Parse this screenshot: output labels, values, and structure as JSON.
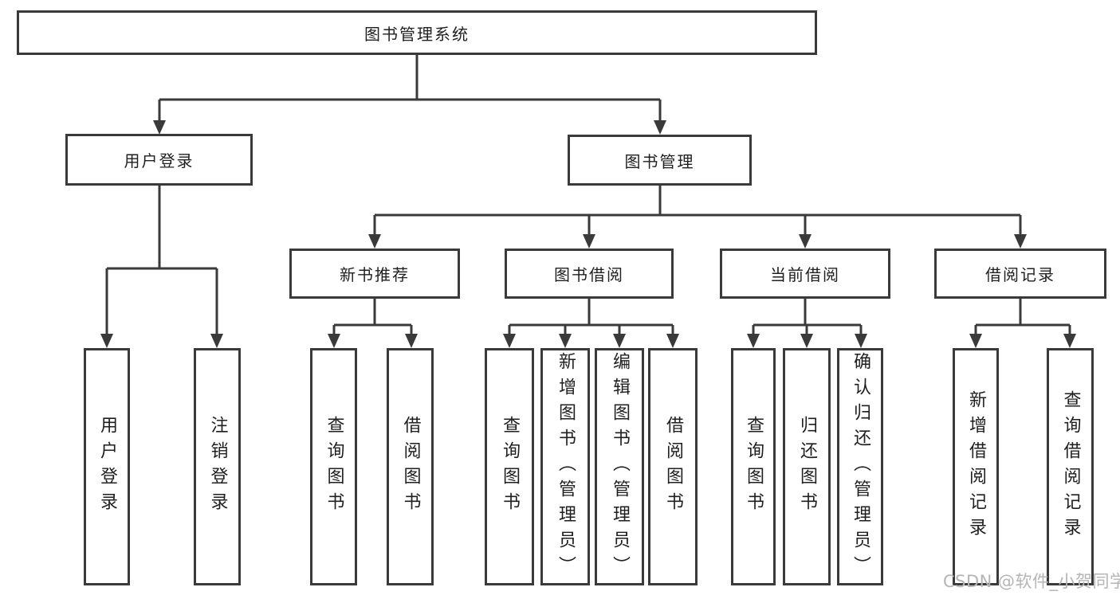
{
  "diagram": {
    "title": "图书管理系统",
    "level2": [
      "用户登录",
      "图书管理"
    ],
    "level3": [
      "新书推荐",
      "图书借阅",
      "当前借阅",
      "借阅记录"
    ],
    "leaves": {
      "user_login": [
        "用户登录",
        "注销登录"
      ],
      "new_books": [
        "查询图书",
        "借阅图书"
      ],
      "book_borrow": [
        "查询图书",
        "新增图书（管理员）",
        "编辑图书（管理员）",
        "借阅图书"
      ],
      "current_borrow": [
        "查询图书",
        "归还图书",
        "确认归还（管理员）"
      ],
      "borrow_records": [
        "新增借阅记录",
        "查询借阅记录"
      ]
    }
  },
  "watermark": {
    "text": "CSDN @软件_小贺同学"
  },
  "colors": {
    "line": "#3a3a3a",
    "text": "#1f1f1f",
    "watermark": "#b5b5b5",
    "background": "#ffffff"
  }
}
